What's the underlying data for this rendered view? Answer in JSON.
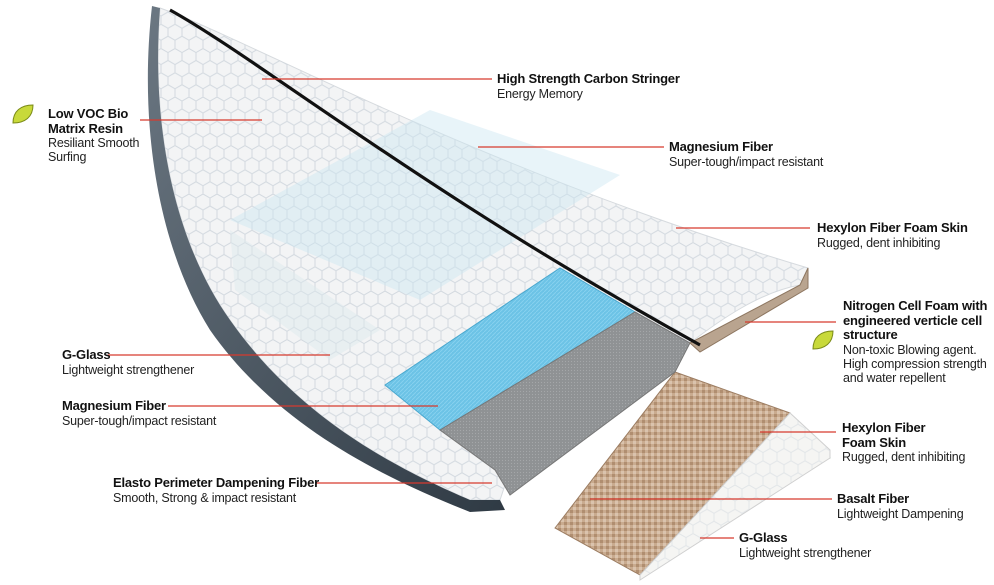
{
  "colors": {
    "leader_line": "#d63a2f",
    "leaf_fill": "#c8d93a",
    "magnesium_blue": "#6cc3e6",
    "nitrogen_gray": "#8f9294",
    "basalt_tan": "#c7a98d",
    "gglass_green": "#d6eedc",
    "rail_dark": "#4a5560",
    "stringer": "#111111"
  },
  "icons": [
    "eco-leaf-icon"
  ],
  "labels": {
    "stringer": {
      "title": "High Strength Carbon Stringer",
      "desc": "Energy Memory"
    },
    "resin": {
      "title_lines": [
        "Low VOC Bio",
        "Matrix Resin"
      ],
      "desc_lines": [
        "Resiliant Smooth",
        "Surfing"
      ]
    },
    "mag_top": {
      "title": "Magnesium Fiber",
      "desc": "Super-tough/impact resistant"
    },
    "hexylon_top": {
      "title": "Hexylon Fiber Foam Skin",
      "desc": "Rugged, dent inhibiting"
    },
    "nitrogen": {
      "title_lines": [
        "Nitrogen Cell Foam with",
        "engineered verticle cell",
        "structure"
      ],
      "desc_lines": [
        "Non-toxic Blowing agent.",
        "High compression strength",
        "and water repellent"
      ]
    },
    "gglass_left": {
      "title": "G-Glass",
      "desc": "Lightweight strengthener"
    },
    "mag_left": {
      "title": "Magnesium Fiber",
      "desc": "Super-tough/impact resistant"
    },
    "hexylon_bottom": {
      "title_lines": [
        "Hexylon Fiber",
        "Foam Skin"
      ],
      "desc": "Rugged, dent inhibiting"
    },
    "elasto": {
      "title": "Elasto Perimeter Dampening Fiber",
      "desc": "Smooth, Strong & impact resistant"
    },
    "basalt": {
      "title": "Basalt Fiber",
      "desc": "Lightweight Dampening"
    },
    "gglass_bottom": {
      "title": "G-Glass",
      "desc": "Lightweight strengthener"
    }
  }
}
